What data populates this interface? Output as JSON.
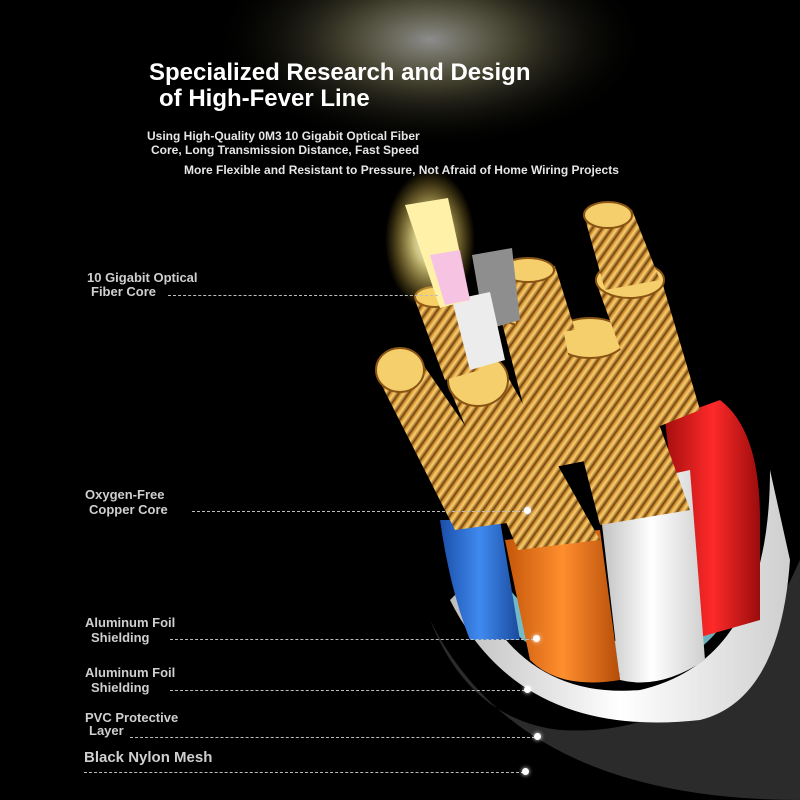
{
  "headline": {
    "line1": "Specialized Research and Design",
    "line2": "of High-Fever Line"
  },
  "subtext": {
    "line1": "Using High-Quality 0M3 10 Gigabit Optical Fiber",
    "line2": "Core, Long Transmission Distance, Fast Speed",
    "line3": "More Flexible and Resistant to Pressure, Not Afraid of Home Wiring Projects"
  },
  "labels": {
    "fiber": {
      "line1": "10 Gigabit Optical",
      "line2": "Fiber Core"
    },
    "copper": {
      "line1": "Oxygen-Free",
      "line2": "Copper Core"
    },
    "foil1": {
      "line1": "Aluminum Foil",
      "line2": "Shielding"
    },
    "foil2": {
      "line1": "Aluminum Foil",
      "line2": "Shielding"
    },
    "pvc": {
      "line1": "PVC Protective",
      "line2": "Layer"
    },
    "mesh": "Black Nylon Mesh"
  },
  "colors": {
    "background": "#000000",
    "copper": "#d9952e",
    "copper_light": "#f5cf6b",
    "jacket_red": "#e01b1b",
    "jacket_blue": "#2a6fd8",
    "jacket_orange": "#f07a1c",
    "jacket_white": "#f2f2f2",
    "foil": "#7fd6e6",
    "fiber_glow": "#fff6b0"
  }
}
